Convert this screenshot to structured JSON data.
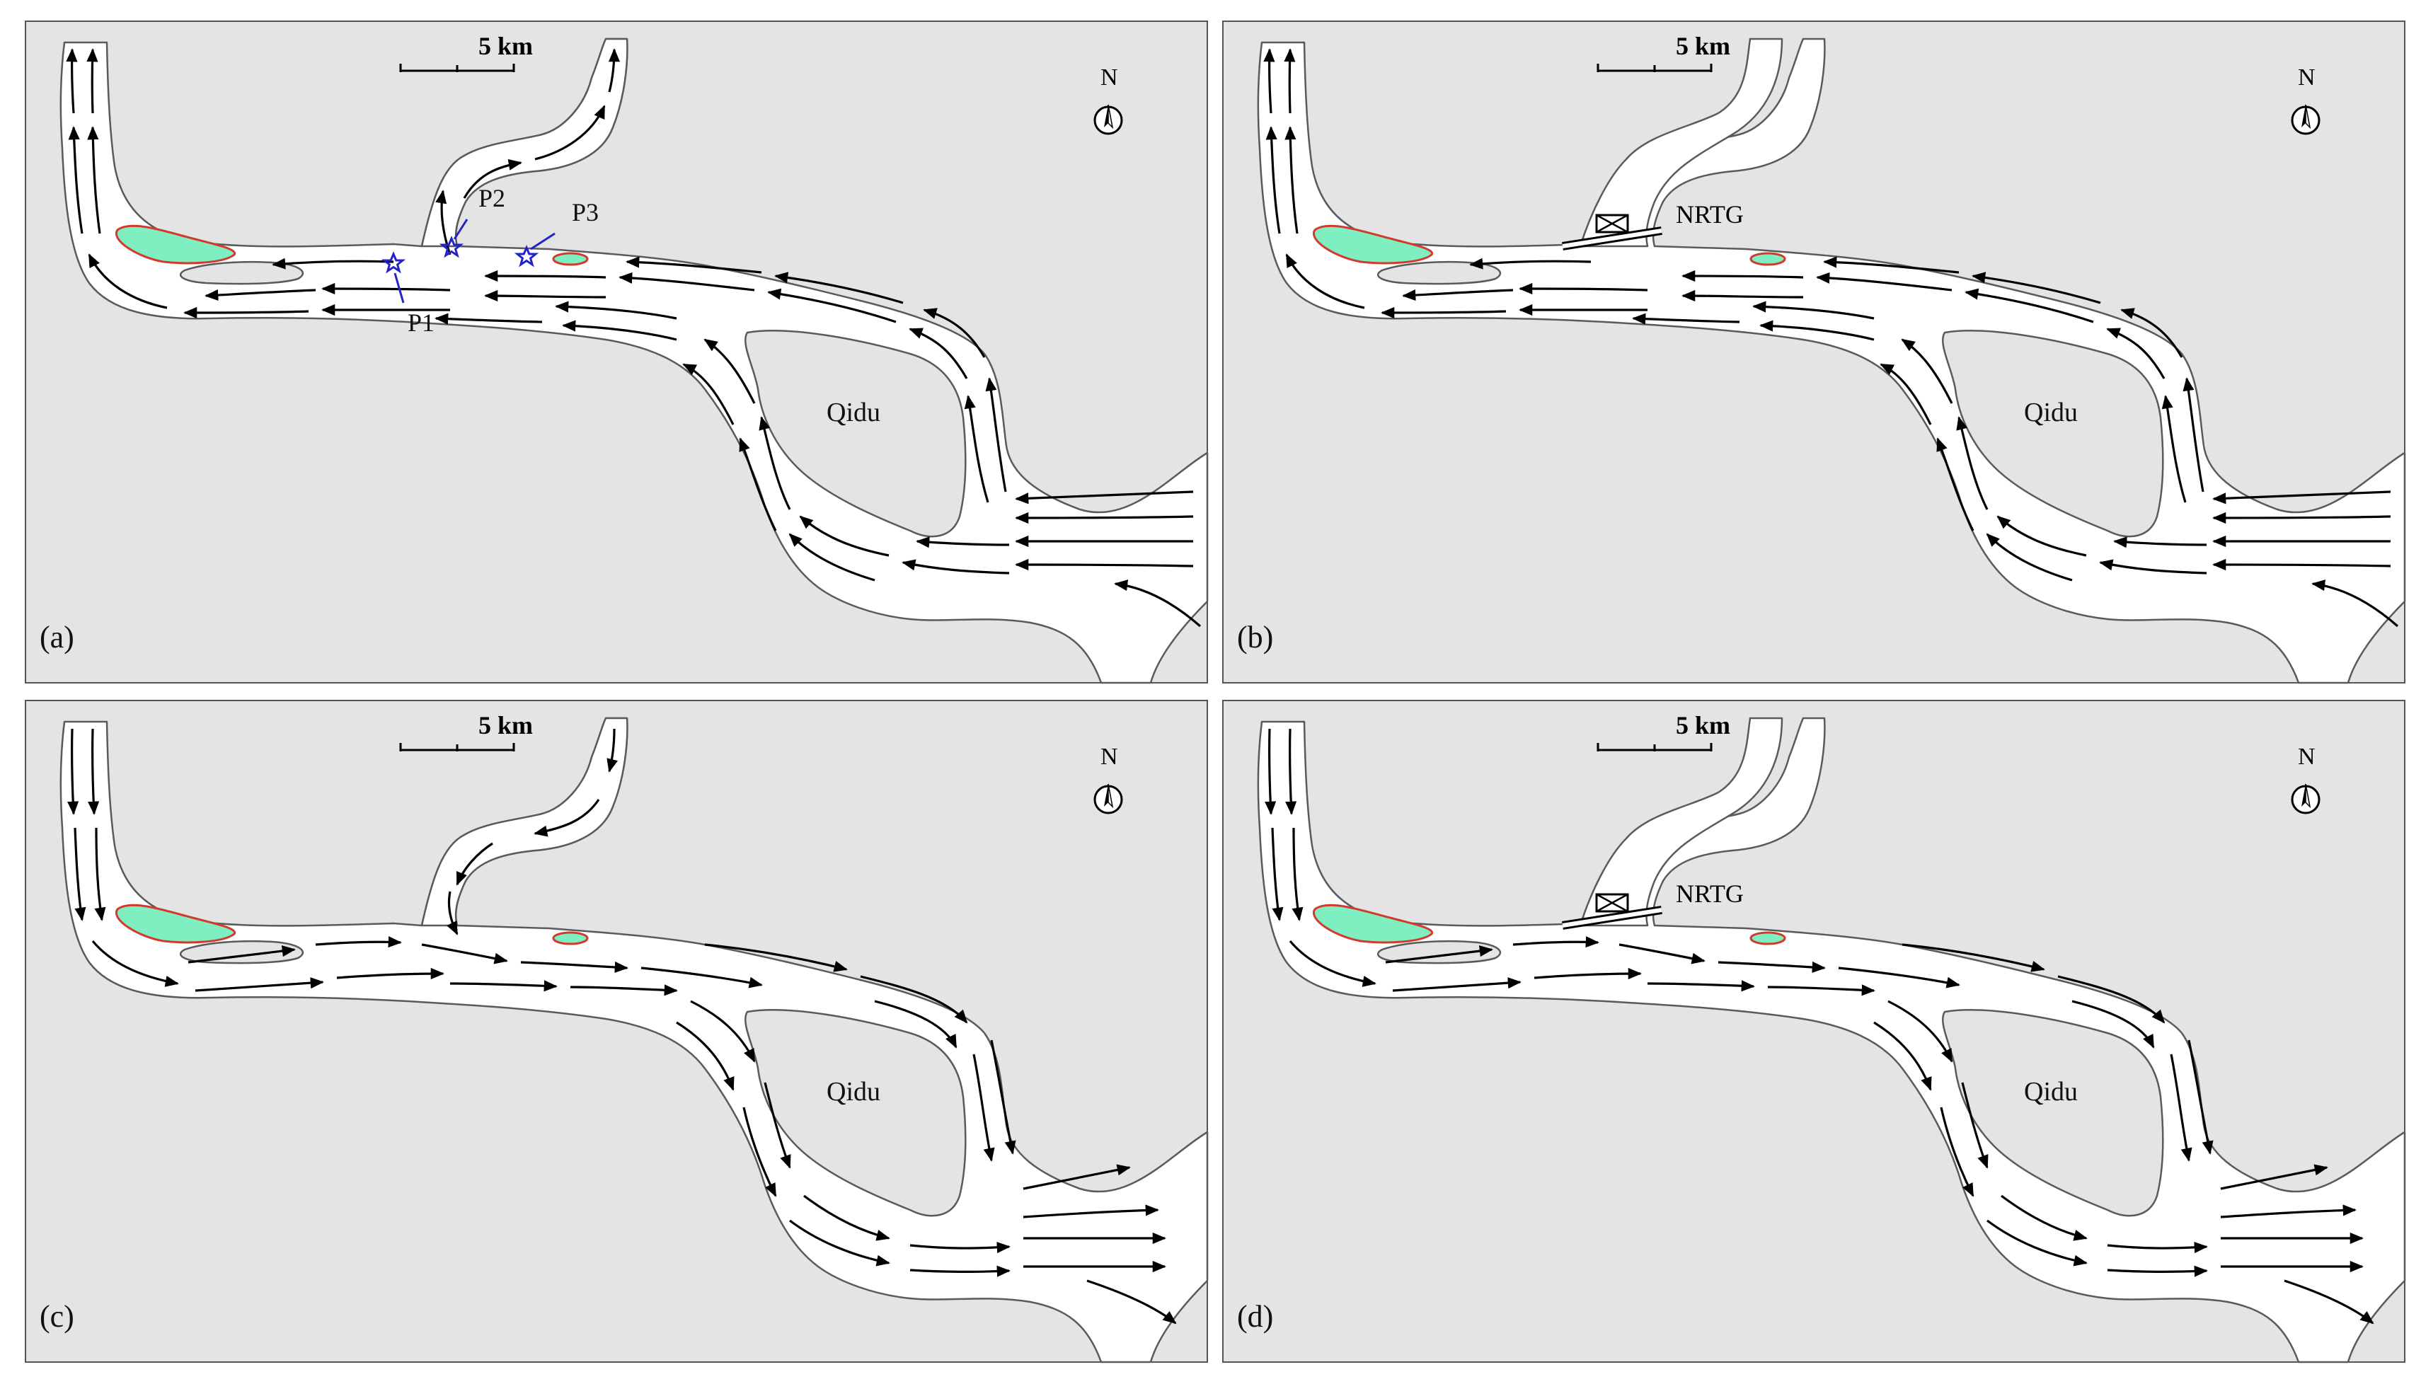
{
  "colors": {
    "land": "#e4e4e4",
    "water": "#ffffff",
    "shoal_fill": "#7fefc2",
    "shoal_outline": "#d23a2e",
    "flow_arrow": "#000000",
    "monitor_point": "#2323c8"
  },
  "icons": {
    "north_arrow": "north-arrow-icon",
    "monitor_point": "star-icon",
    "structure": "sluice-gate-icon"
  },
  "panels": [
    {
      "letter": "(a)",
      "flow": "westward",
      "has_nrtg": false,
      "has_points": true
    },
    {
      "letter": "(b)",
      "flow": "westward",
      "has_nrtg": true,
      "has_points": false
    },
    {
      "letter": "(c)",
      "flow": "eastward",
      "has_nrtg": false,
      "has_points": false
    },
    {
      "letter": "(d)",
      "flow": "eastward",
      "has_nrtg": true,
      "has_points": false
    }
  ],
  "scale_bar": {
    "label": "5 km"
  },
  "north_label": "N",
  "island_label": "Qidu",
  "structure_label": "NRTG",
  "monitor_points": [
    "P1",
    "P2",
    "P3"
  ]
}
